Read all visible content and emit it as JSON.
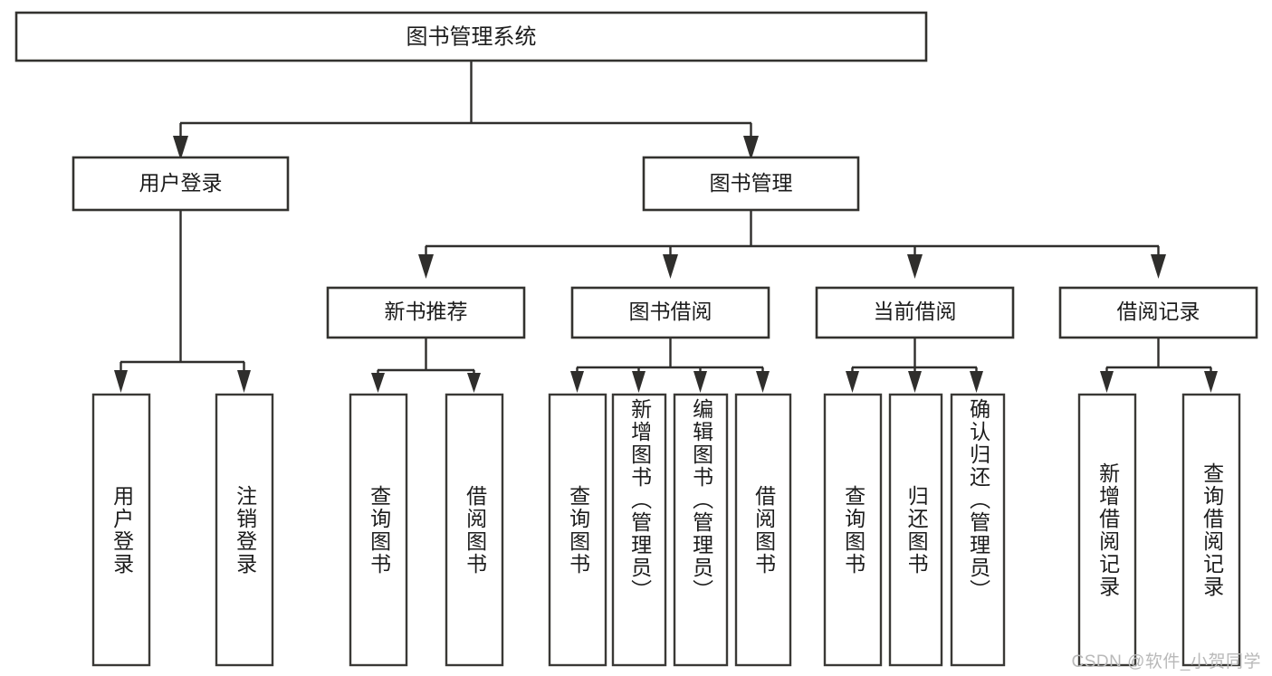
{
  "diagram": {
    "title": "图书管理系统",
    "type": "tree-hierarchy-chart",
    "watermark": "CSDN @软件_小贺同学",
    "root": {
      "id": "root",
      "label": "图书管理系统",
      "level": 1
    },
    "level2": [
      {
        "id": "user-login",
        "label": "用户登录",
        "level": 2
      },
      {
        "id": "book-manage",
        "label": "图书管理",
        "level": 2
      }
    ],
    "level3": [
      {
        "id": "new-book-rec",
        "label": "新书推荐",
        "level": 3,
        "parent": "book-manage"
      },
      {
        "id": "book-borrow",
        "label": "图书借阅",
        "level": 3,
        "parent": "book-manage"
      },
      {
        "id": "current-borrow",
        "label": "当前借阅",
        "level": 3,
        "parent": "book-manage"
      },
      {
        "id": "borrow-record",
        "label": "借阅记录",
        "level": 3,
        "parent": "book-manage"
      }
    ],
    "leaves": [
      {
        "id": "leaf-user-login",
        "label": "用户登录",
        "parent": "user-login"
      },
      {
        "id": "leaf-logout",
        "label": "注销登录",
        "parent": "user-login"
      },
      {
        "id": "leaf-query-book-1",
        "label": "查询图书",
        "parent": "new-book-rec"
      },
      {
        "id": "leaf-borrow-book-1",
        "label": "借阅图书",
        "parent": "new-book-rec"
      },
      {
        "id": "leaf-query-book-2",
        "label": "查询图书",
        "parent": "book-borrow"
      },
      {
        "id": "leaf-add-book",
        "label": "新增图书（管理员）",
        "parent": "book-borrow"
      },
      {
        "id": "leaf-edit-book",
        "label": "编辑图书（管理员）",
        "parent": "book-borrow"
      },
      {
        "id": "leaf-borrow-book-2",
        "label": "借阅图书",
        "parent": "book-borrow"
      },
      {
        "id": "leaf-query-book-3",
        "label": "查询图书",
        "parent": "current-borrow"
      },
      {
        "id": "leaf-return-book",
        "label": "归还图书",
        "parent": "current-borrow"
      },
      {
        "id": "leaf-confirm-return",
        "label": "确认归还（管理员）",
        "parent": "current-borrow"
      },
      {
        "id": "leaf-add-record",
        "label": "新增借阅记录",
        "parent": "borrow-record"
      },
      {
        "id": "leaf-query-record",
        "label": "查询借阅记录",
        "parent": "borrow-record"
      }
    ],
    "colors": {
      "stroke": "#33322f",
      "fill": "#ffffff",
      "text": "#1c1c1c",
      "watermark": "#b9b9b9",
      "background": "#ffffff"
    }
  }
}
